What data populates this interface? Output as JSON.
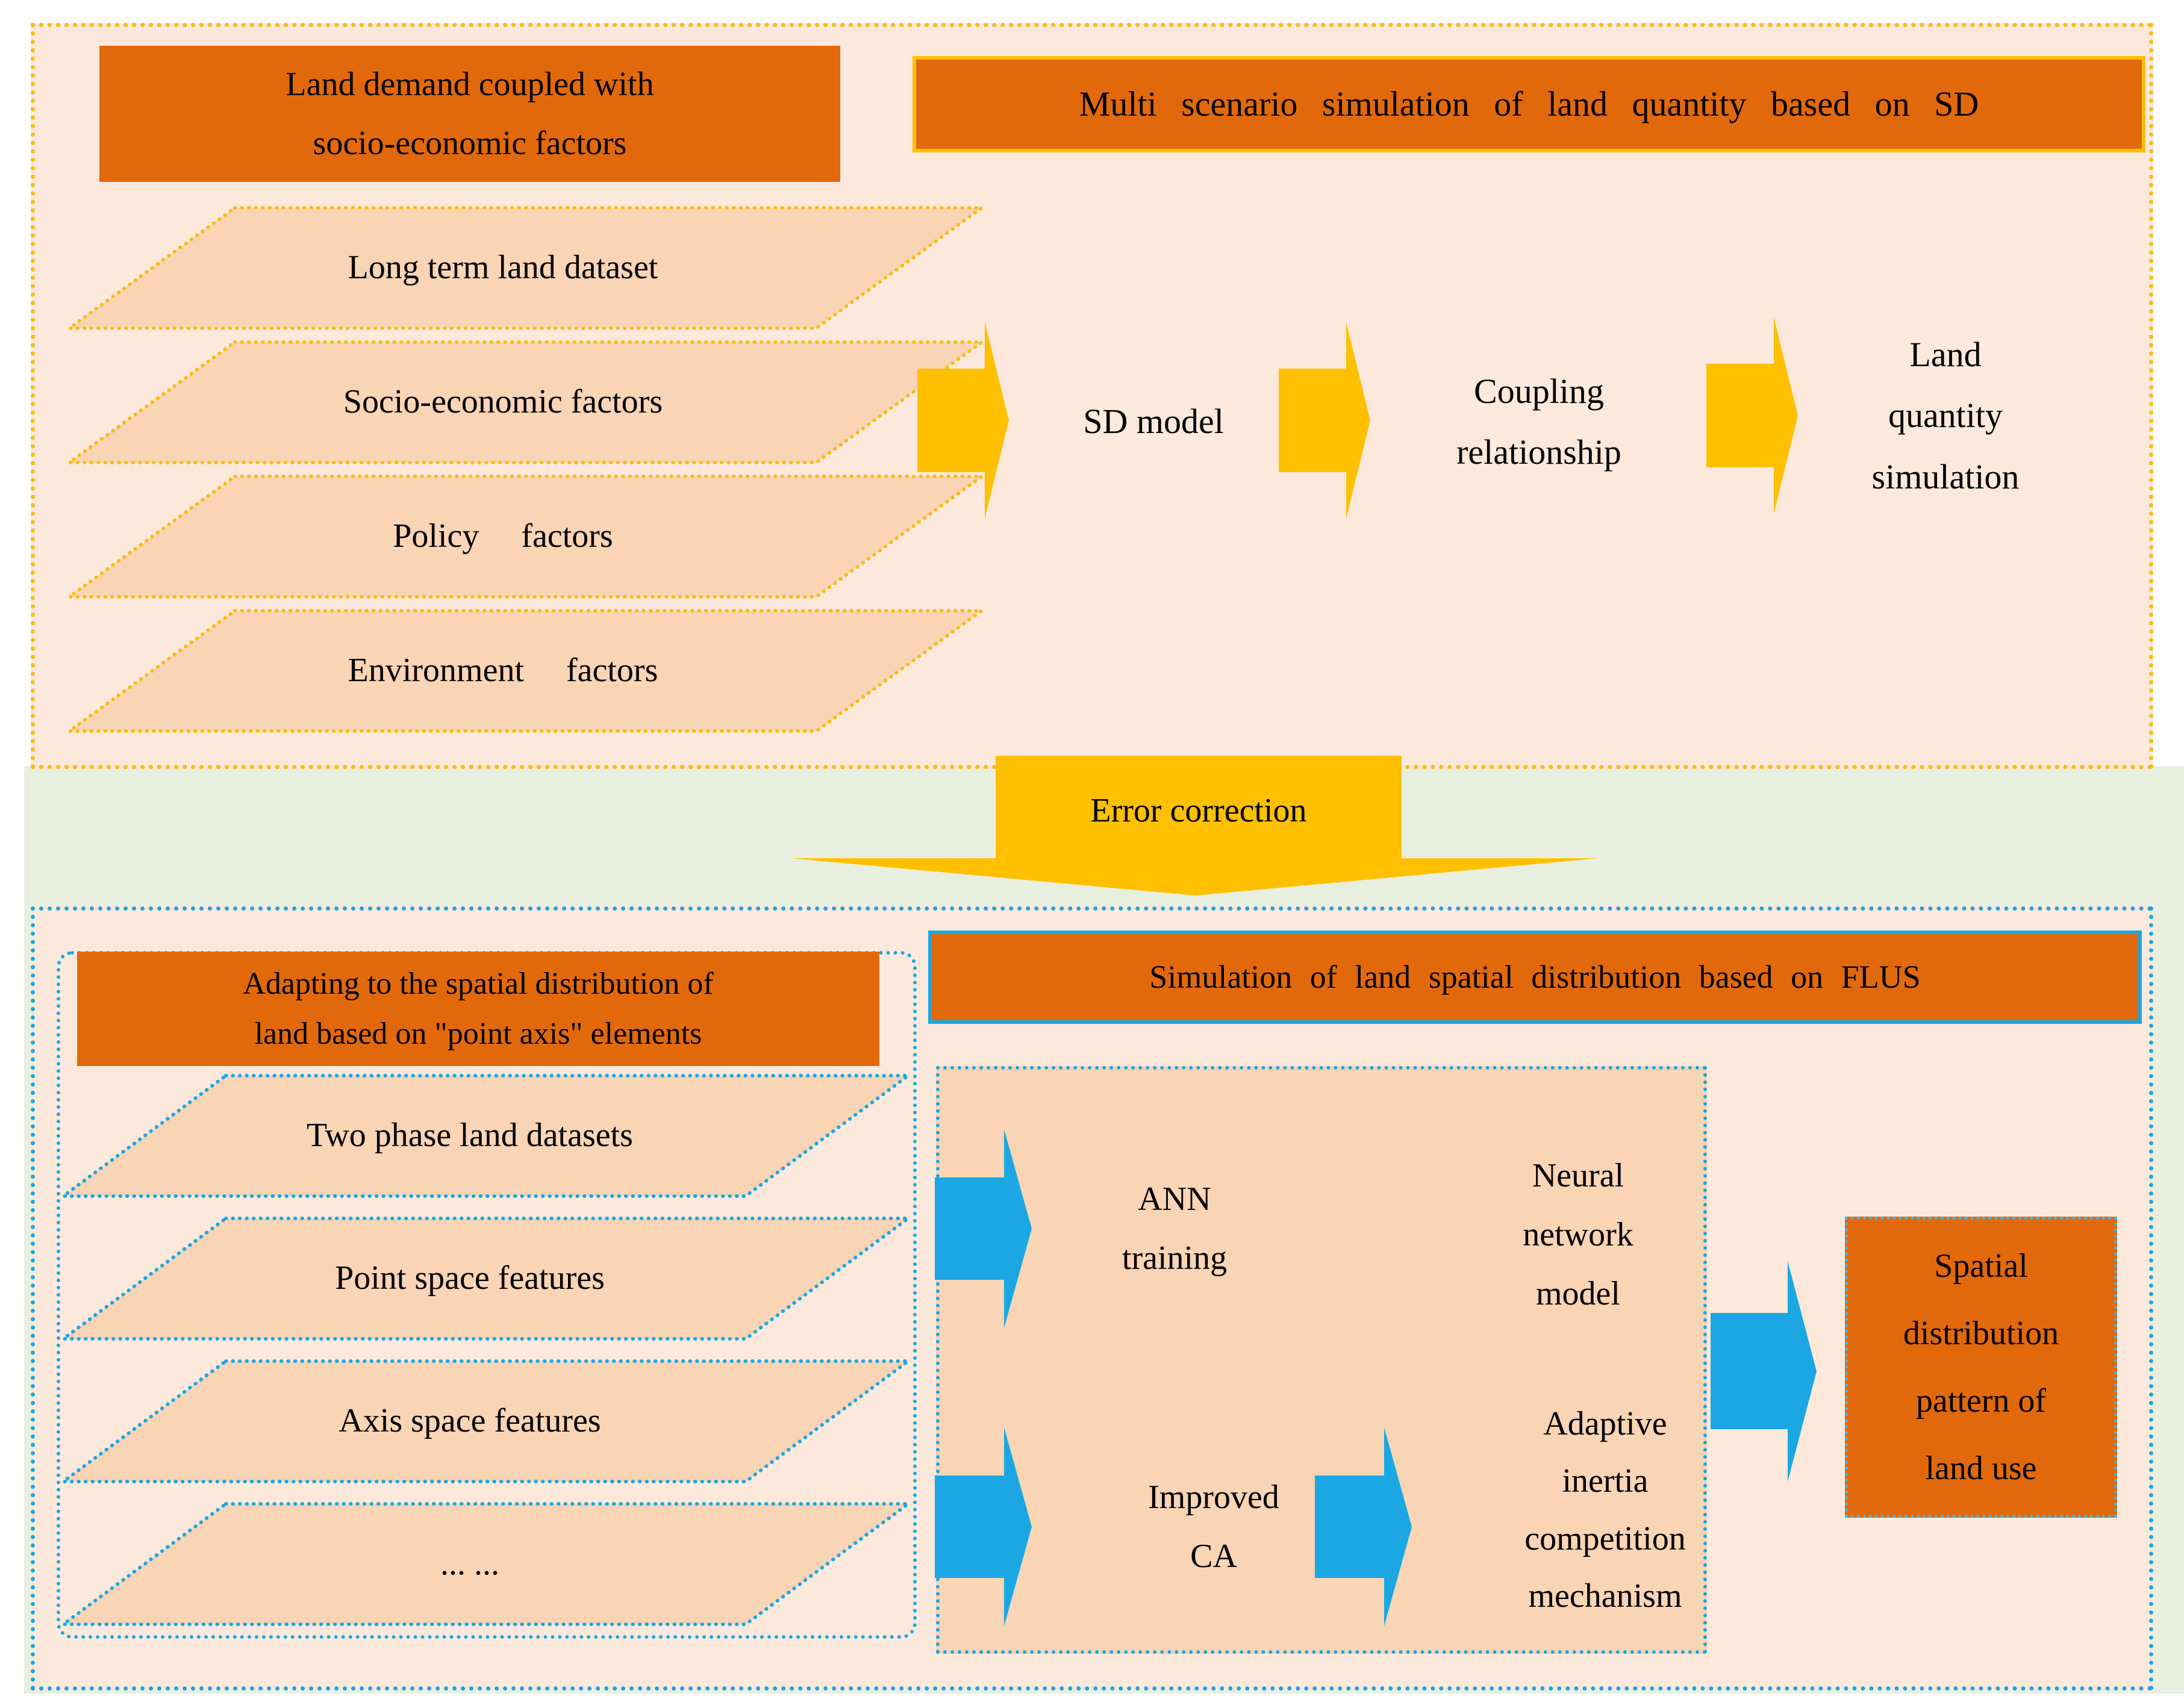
{
  "diagram": {
    "top": {
      "title_left": "Land demand coupled with\nsocio-economic factors",
      "title_right": "Multi scenario simulation of land quantity based on SD",
      "inputs": [
        "Long term land dataset",
        "Socio-economic factors",
        "Policy  factors",
        "Environment  factors"
      ],
      "steps": [
        "SD model",
        "Coupling\nrelationship",
        "Land\nquantity\nsimulation"
      ]
    },
    "connector": {
      "label": "Error correction"
    },
    "bottom": {
      "title_left": "Adapting to the spatial distribution of\nland based on \"point axis\" elements",
      "title_right": "Simulation of land spatial distribution based on FLUS",
      "inputs": [
        "Two phase land datasets",
        "Point space features",
        "Axis space features",
        "... ..."
      ],
      "ann": "ANN\ntraining",
      "neural": "Neural\nnetwork\nmodel",
      "ca": "Improved\nCA",
      "adaptive": "Adaptive\ninertia\ncompetition\nmechanism",
      "output": "Spatial\ndistribution\npattern of\nland use"
    },
    "colors": {
      "orange_box": "#E2690B",
      "gold_arrow": "#FFC000",
      "gold_dots": "#FBBC12",
      "peach_section": "#FCE9DC",
      "peach_shape": "#F9D4B5",
      "blue": "#1BA7E3",
      "green_band": "#E9EFDE"
    }
  }
}
